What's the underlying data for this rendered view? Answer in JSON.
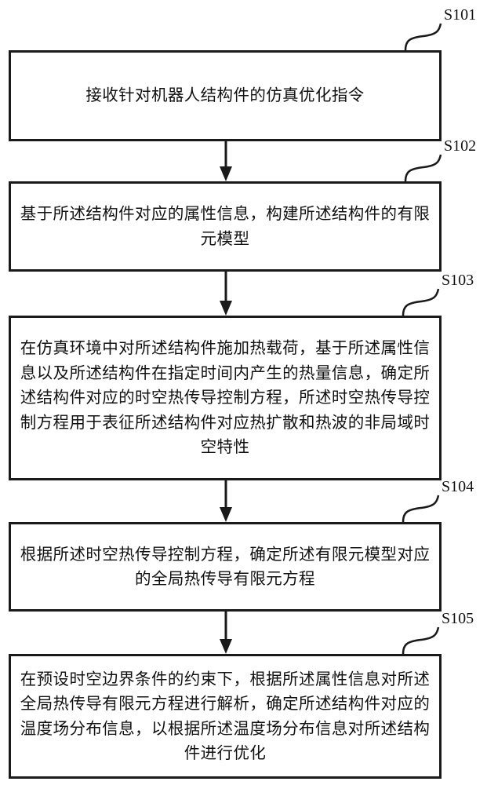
{
  "steps": [
    {
      "id": "S101",
      "text": "接收针对机器人结构件的仿真优化指令"
    },
    {
      "id": "S102",
      "text": "基于所述结构件对应的属性信息，构建所述结构件的有限元模型"
    },
    {
      "id": "S103",
      "text": "在仿真环境中对所述结构件施加热载荷，基于所述属性信息以及所述结构件在指定时间内产生的热量信息，确定所述结构件对应的时空热传导控制方程，所述时空热传导控制方程用于表征所述结构件对应热扩散和热波的非局域时空特性"
    },
    {
      "id": "S104",
      "text": "根据所述时空热传导控制方程，确定所述有限元模型对应的全局热传导有限元方程"
    },
    {
      "id": "S105",
      "text": "在预设时空边界条件的约束下，根据所述属性信息对所述全局热传导有限元方程进行解析，确定所述结构件对应的温度场分布信息，以根据所述温度场分布信息对所述结构件进行优化"
    }
  ]
}
